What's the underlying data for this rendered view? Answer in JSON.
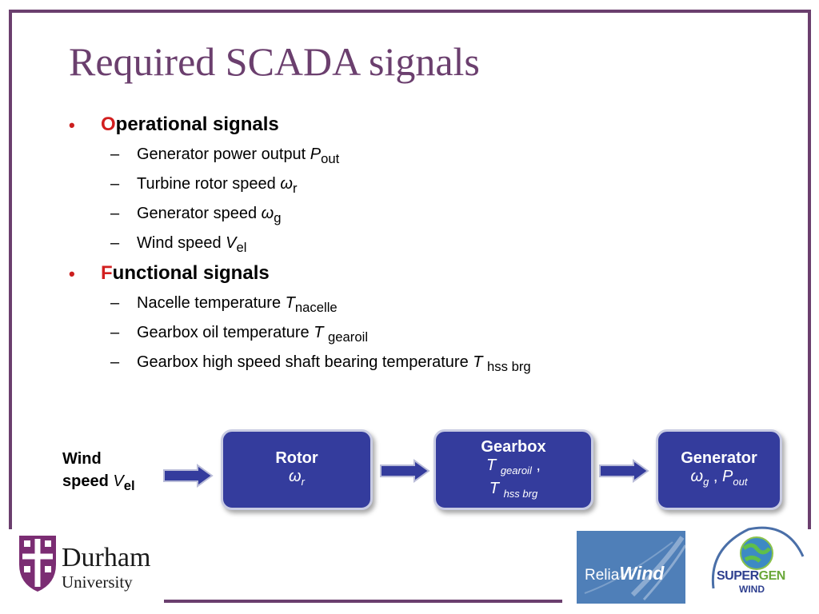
{
  "title": "Required SCADA signals",
  "sections": [
    {
      "initial": "O",
      "rest": "perational signals",
      "items": [
        {
          "text": "Generator power output ",
          "sym": "P",
          "sub": "out"
        },
        {
          "text": "Turbine rotor speed ",
          "sym": "ω",
          "sub": "r"
        },
        {
          "text": "Generator speed ",
          "sym": "ω",
          "sub": "g"
        },
        {
          "text": "Wind speed ",
          "sym": "V",
          "sub": "el"
        }
      ]
    },
    {
      "initial": "F",
      "rest": "unctional signals",
      "items": [
        {
          "text": "Nacelle temperature ",
          "sym": "T",
          "sub": "nacelle"
        },
        {
          "text": "Gearbox oil temperature ",
          "sym": "T ",
          "sub": "gearoil"
        },
        {
          "text": "Gearbox high speed shaft bearing temperature ",
          "sym": "T ",
          "sub": "hss brg"
        }
      ]
    }
  ],
  "diagram": {
    "input": {
      "line1": "Wind",
      "line2": "speed ",
      "sym": "V",
      "sub": "el"
    },
    "rotor": {
      "name": "Rotor",
      "sym": "ω",
      "sub": "r"
    },
    "gearbox": {
      "name": "Gearbox",
      "sym1": "T",
      "sub1": "gearoil",
      "sep": " ,",
      "sym2": "T",
      "sub2": "hss brg"
    },
    "generator": {
      "name": "Generator",
      "sym1": "ω",
      "sub1": "g",
      "sep": " , ",
      "sym2": "P",
      "sub2": "out"
    }
  },
  "logos": {
    "durham": {
      "name": "Durham",
      "sub": "University"
    },
    "reliawind": {
      "part1": "Relia",
      "part2": "Wind"
    },
    "supergen": {
      "part1": "SUPER",
      "part2": "GEN",
      "part3": "WIND"
    }
  },
  "colors": {
    "accent": "#6b3f6e",
    "bullet": "#cc1f1f",
    "box": "#343c9d",
    "box_border": "#c9cce3"
  }
}
